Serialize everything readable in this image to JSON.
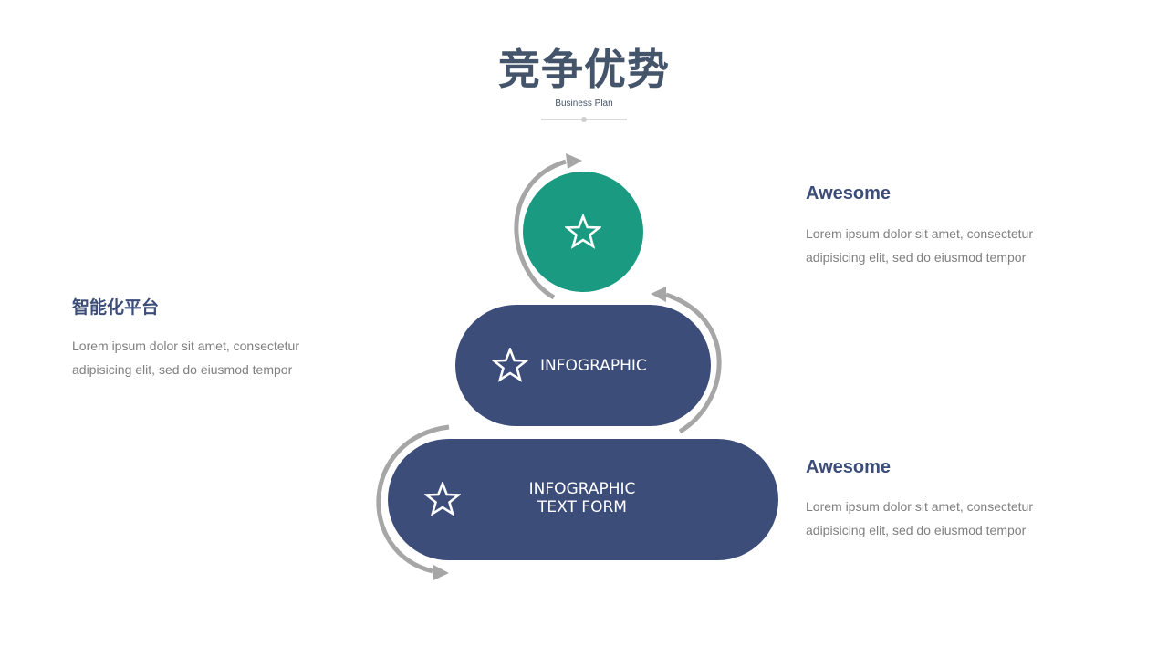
{
  "header": {
    "title": "竞争优势",
    "subtitle": "Business Plan"
  },
  "left_block": {
    "title": "智能化平台",
    "body_line1": "Lorem ipsum dolor sit amet, consectetur",
    "body_line2": "adipisicing elit, sed do eiusmod tempor"
  },
  "right_top_block": {
    "title": "Awesome",
    "body_line1": "Lorem ipsum dolor sit amet, consectetur",
    "body_line2": "adipisicing elit, sed do eiusmod tempor"
  },
  "right_bottom_block": {
    "title": "Awesome",
    "body_line1": "Lorem ipsum dolor sit amet, consectetur",
    "body_line2": "adipisicing elit, sed do eiusmod tempor"
  },
  "pyramid": {
    "top_icon": "star-icon",
    "middle_label": "INFOGRAPHIC",
    "bottom_label_line1": "INFOGRAPHIC",
    "bottom_label_line2": "TEXT FORM"
  },
  "colors": {
    "title": "#44546a",
    "navy": "#3d4d7a",
    "teal": "#1a9a80",
    "arrow_gray": "#a6a6a6",
    "body_text": "#7f7f7f"
  }
}
